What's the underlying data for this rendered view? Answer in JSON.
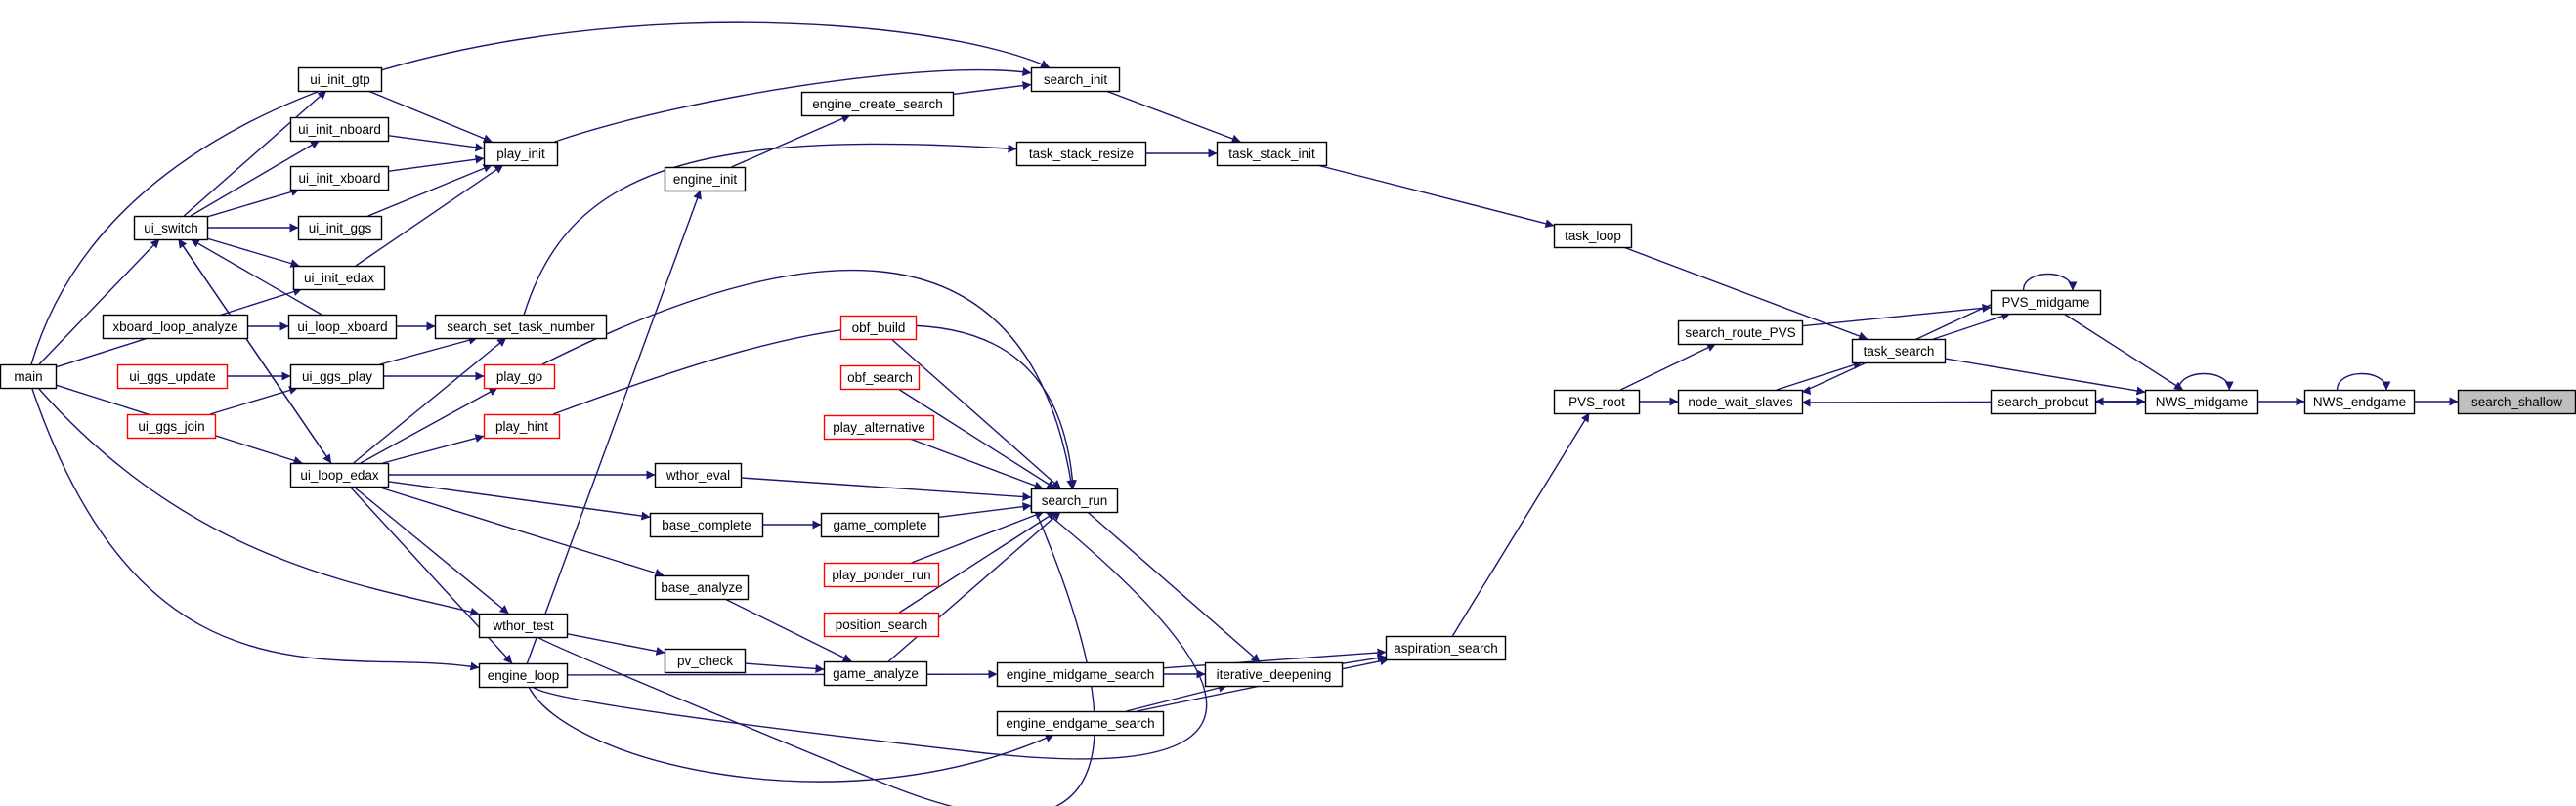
{
  "colors": {
    "edge": "#191970",
    "node_border": "#000000",
    "node_border_truncated": "#ff0000",
    "node_fill": "#ffffff",
    "root_fill": "#bfbfbf"
  },
  "nodes": [
    {
      "id": "search_shallow",
      "label": "search_shallow",
      "style": "root"
    },
    {
      "id": "NWS_endgame",
      "label": "NWS_endgame",
      "style": "normal"
    },
    {
      "id": "NWS_midgame",
      "label": "NWS_midgame",
      "style": "normal"
    },
    {
      "id": "search_probcut",
      "label": "search_probcut",
      "style": "normal"
    },
    {
      "id": "PVS_midgame",
      "label": "PVS_midgame",
      "style": "normal"
    },
    {
      "id": "task_search",
      "label": "task_search",
      "style": "normal"
    },
    {
      "id": "node_wait_slaves",
      "label": "node_wait_slaves",
      "style": "normal"
    },
    {
      "id": "search_route_PVS",
      "label": "search_route_PVS",
      "style": "normal"
    },
    {
      "id": "PVS_root",
      "label": "PVS_root",
      "style": "normal"
    },
    {
      "id": "task_loop",
      "label": "task_loop",
      "style": "normal"
    },
    {
      "id": "aspiration_search",
      "label": "aspiration_search",
      "style": "normal"
    },
    {
      "id": "task_stack_init",
      "label": "task_stack_init",
      "style": "normal"
    },
    {
      "id": "task_stack_resize",
      "label": "task_stack_resize",
      "style": "normal"
    },
    {
      "id": "search_init",
      "label": "search_init",
      "style": "normal"
    },
    {
      "id": "engine_create_search",
      "label": "engine_create_search",
      "style": "normal"
    },
    {
      "id": "engine_init",
      "label": "engine_init",
      "style": "normal"
    },
    {
      "id": "iterative_deepening",
      "label": "iterative_deepening",
      "style": "normal"
    },
    {
      "id": "engine_midgame_search",
      "label": "engine_midgame_search",
      "style": "normal"
    },
    {
      "id": "engine_endgame_search",
      "label": "engine_endgame_search",
      "style": "normal"
    },
    {
      "id": "search_run",
      "label": "search_run",
      "style": "normal"
    },
    {
      "id": "obf_build",
      "label": "obf_build",
      "style": "truncated"
    },
    {
      "id": "obf_search",
      "label": "obf_search",
      "style": "truncated"
    },
    {
      "id": "play_alternative",
      "label": "play_alternative",
      "style": "truncated"
    },
    {
      "id": "wthor_eval",
      "label": "wthor_eval",
      "style": "normal"
    },
    {
      "id": "game_complete",
      "label": "game_complete",
      "style": "normal"
    },
    {
      "id": "play_ponder_run",
      "label": "play_ponder_run",
      "style": "truncated"
    },
    {
      "id": "position_search",
      "label": "position_search",
      "style": "truncated"
    },
    {
      "id": "game_analyze",
      "label": "game_analyze",
      "style": "normal"
    },
    {
      "id": "base_complete",
      "label": "base_complete",
      "style": "normal"
    },
    {
      "id": "base_analyze",
      "label": "base_analyze",
      "style": "normal"
    },
    {
      "id": "pv_check",
      "label": "pv_check",
      "style": "normal"
    },
    {
      "id": "wthor_test",
      "label": "wthor_test",
      "style": "normal"
    },
    {
      "id": "engine_loop",
      "label": "engine_loop",
      "style": "normal"
    },
    {
      "id": "play_init",
      "label": "play_init",
      "style": "normal"
    },
    {
      "id": "search_set_task_number",
      "label": "search_set_task_number",
      "style": "normal"
    },
    {
      "id": "play_go",
      "label": "play_go",
      "style": "truncated"
    },
    {
      "id": "play_hint",
      "label": "play_hint",
      "style": "truncated"
    },
    {
      "id": "ui_init_gtp",
      "label": "ui_init_gtp",
      "style": "normal"
    },
    {
      "id": "ui_init_nboard",
      "label": "ui_init_nboard",
      "style": "normal"
    },
    {
      "id": "ui_init_xboard",
      "label": "ui_init_xboard",
      "style": "normal"
    },
    {
      "id": "ui_init_ggs",
      "label": "ui_init_ggs",
      "style": "normal"
    },
    {
      "id": "ui_init_edax",
      "label": "ui_init_edax",
      "style": "normal"
    },
    {
      "id": "ui_loop_xboard",
      "label": "ui_loop_xboard",
      "style": "normal"
    },
    {
      "id": "ui_ggs_play",
      "label": "ui_ggs_play",
      "style": "normal"
    },
    {
      "id": "ui_loop_edax",
      "label": "ui_loop_edax",
      "style": "normal"
    },
    {
      "id": "ui_switch",
      "label": "ui_switch",
      "style": "normal"
    },
    {
      "id": "xboard_loop_analyze",
      "label": "xboard_loop_analyze",
      "style": "normal"
    },
    {
      "id": "ui_ggs_update",
      "label": "ui_ggs_update",
      "style": "truncated"
    },
    {
      "id": "ui_ggs_join",
      "label": "ui_ggs_join",
      "style": "truncated"
    },
    {
      "id": "main",
      "label": "main",
      "style": "normal"
    }
  ]
}
